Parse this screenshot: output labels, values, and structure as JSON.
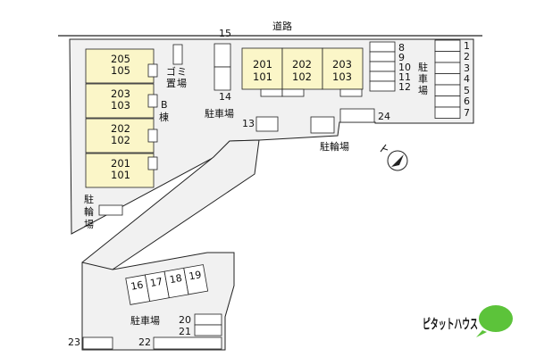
{
  "road_label": "道路",
  "spot_15": "15",
  "spot_14": "14",
  "spot_13": "13",
  "spot_24": "24",
  "spot_23": "23",
  "spot_22": "22",
  "spot_20": "20",
  "spot_21": "21",
  "small_spots": [
    "16",
    "17",
    "18",
    "19"
  ],
  "right_col_a": [
    "8",
    "9",
    "10",
    "11",
    "12"
  ],
  "right_col_b": [
    "1",
    "2",
    "3",
    "4",
    "5",
    "6",
    "7"
  ],
  "building_b_units": [
    {
      "top": "205",
      "bottom": "105"
    },
    {
      "top": "203",
      "bottom": "103"
    },
    {
      "top": "202",
      "bottom": "102"
    },
    {
      "top": "201",
      "bottom": "101"
    }
  ],
  "building_main_units": [
    {
      "top": "201",
      "bottom": "101"
    },
    {
      "top": "202",
      "bottom": "102"
    },
    {
      "top": "203",
      "bottom": "103"
    }
  ],
  "garbage_label": [
    "ゴ",
    "ミ",
    "置",
    "場"
  ],
  "building_b_label": [
    "B",
    "棟"
  ],
  "parking_label": "駐車場",
  "parking_vertical": [
    "駐",
    "車",
    "場"
  ],
  "bicycle_label": "駐輪場",
  "bicycle_vertical": [
    "駐",
    "輪",
    "場"
  ],
  "logo_text": "ピタットハウス",
  "colors": {
    "unit_fill": "#fbf6c8",
    "lot_fill": "#f1f1f1",
    "line": "#222222",
    "logo_green": "#5cc33a"
  }
}
